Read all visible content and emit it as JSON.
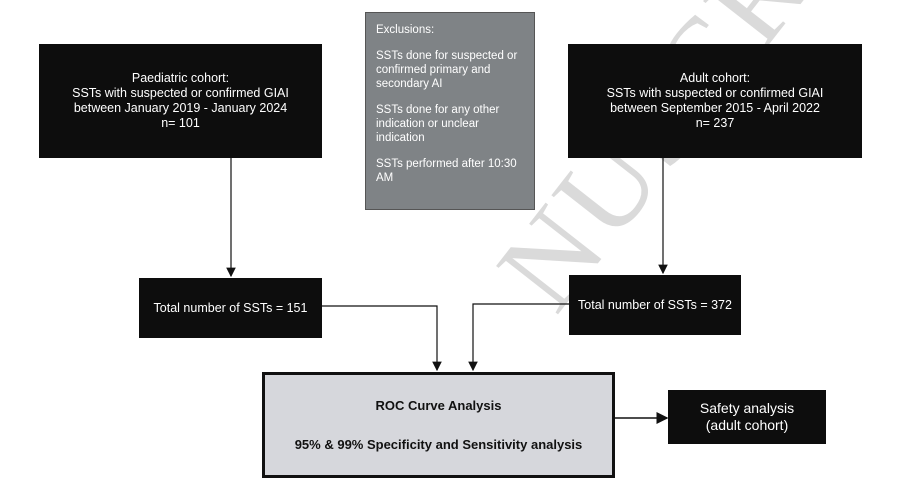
{
  "paediatric": {
    "title": "Paediatric cohort:",
    "line1": "SSTs with suspected or confirmed GIAI",
    "line2": "between January 2019 - January 2024",
    "n": "n= 101"
  },
  "adult": {
    "title": "Adult cohort:",
    "line1": "SSTs with suspected or confirmed GIAI",
    "line2": "between September 2015 - April 2022",
    "n": "n= 237"
  },
  "exclusions": {
    "title": "Exclusions:",
    "items": [
      "SSTs done for suspected or confirmed primary and secondary AI",
      "SSTs done for any other indication or unclear indication",
      "SSTs performed after 10:30 AM"
    ]
  },
  "totals": {
    "paediatric": "Total number of SSTs = 151",
    "adult": "Total number of SSTs = 372"
  },
  "roc": {
    "title": "ROC Curve Analysis",
    "subtitle": "95% & 99% Specificity and Sensitivity analysis"
  },
  "safety": {
    "line1": "Safety analysis",
    "line2": "(adult cohort)"
  },
  "watermark": "MANUSCRIPT"
}
